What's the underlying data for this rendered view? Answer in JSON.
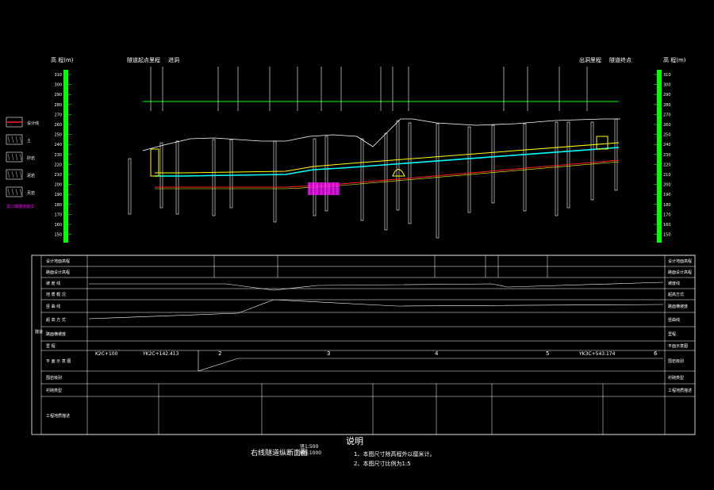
{
  "header": {
    "left_labels": [
      "隧道起点里程",
      "进洞"
    ],
    "right_labels": [
      "出洞里程",
      "隧道终点"
    ],
    "elev_left": "高 程(m)",
    "elev_right": "高 程(m)"
  },
  "elevation_ticks": [
    "310",
    "300",
    "290",
    "280",
    "270",
    "260",
    "250",
    "240",
    "230",
    "220",
    "210",
    "200",
    "190",
    "180",
    "170",
    "160",
    "150"
  ],
  "legend": {
    "items": [
      "设计线",
      "土",
      "砂岩",
      "泥岩",
      "页岩"
    ],
    "note": "进口端隧道施工"
  },
  "table": {
    "rows_left": [
      "设计地面高程",
      "路面设计高程",
      "坡 度 线",
      "地 质 概 况",
      "竖 曲 线",
      "超 高 方 式",
      "路面横坡度",
      "里 程",
      "平 面 示 意 图",
      "围岩级别",
      "衬砌类型",
      "工程地质描述"
    ],
    "rows_right": [
      "设计地面高程",
      "路面设计高程",
      "坡度线",
      "超高方式",
      "路面横坡度",
      "竖曲线",
      "里程",
      "平面示意图",
      "围岩级别",
      "衬砌类型",
      "工程地质描述"
    ],
    "stations": [
      "K2C+100",
      "YK2C+142.413",
      "YK3C+543.174"
    ],
    "plan_numbers": [
      "2",
      "3",
      "4",
      "5",
      "6"
    ],
    "side_label": "隧道"
  },
  "notes": {
    "title": "说明",
    "lines": [
      "1、本图尺寸除高程外以厘米计。",
      "2、本图尺寸比例为1:5"
    ]
  },
  "drawing": {
    "title": "右线隧道纵断面图",
    "scale_h": "竖1:500",
    "scale_v": "横1:1000"
  },
  "colors": {
    "bg": "#000000",
    "grid": "#ffffff",
    "green": "#00ff00",
    "cyan": "#00ffff",
    "yellow": "#ffff00",
    "red": "#ff2020",
    "magenta": "#ff00ff"
  }
}
